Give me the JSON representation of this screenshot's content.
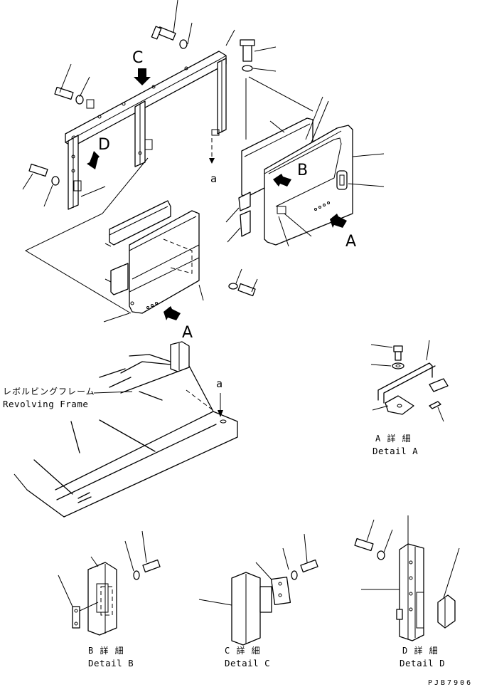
{
  "callouts": {
    "view_c": "C",
    "view_d": "D",
    "view_b": "B",
    "view_a_right": "A",
    "view_a_left": "A",
    "point_a_top": "a",
    "point_a_frame": "a"
  },
  "frame_label": {
    "jp": "レボルビングフレーム",
    "en": "Revolving Frame"
  },
  "details": {
    "a": {
      "jp": "A 詳 細",
      "en": "Detail A"
    },
    "b": {
      "jp": "B 詳 細",
      "en": "Detail B"
    },
    "c": {
      "jp": "C 詳 細",
      "en": "Detail C"
    },
    "d": {
      "jp": "D 詳 細",
      "en": "Detail D"
    }
  },
  "drawing_code": "PJB7906"
}
